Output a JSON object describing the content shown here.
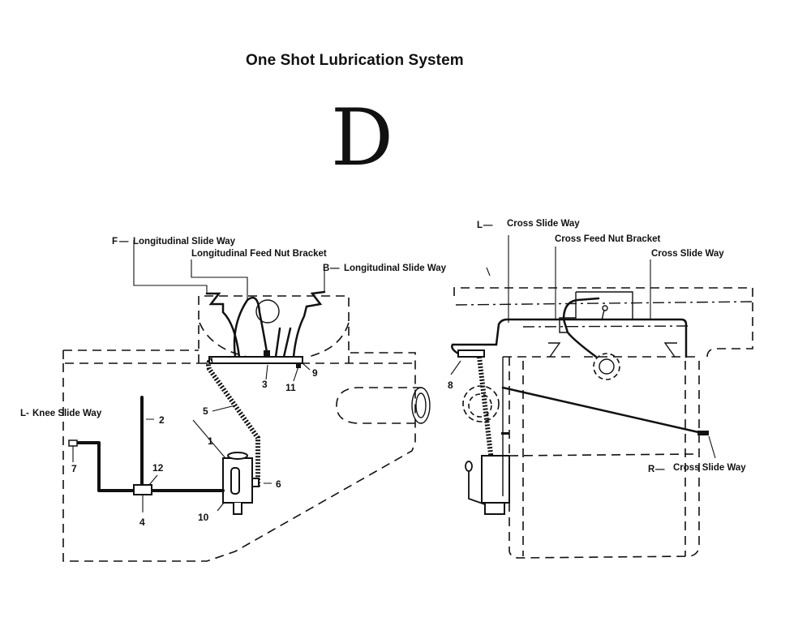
{
  "title": "One Shot Lubrication System",
  "section_letter": "D",
  "left_view": {
    "callouts": {
      "front_slide": {
        "prefix": "F",
        "label": "Longitudinal Slide Way"
      },
      "feed_nut": {
        "label": "Longitudinal Feed Nut Bracket"
      },
      "back_slide": {
        "prefix": "B",
        "label": "Longitudinal Slide Way"
      },
      "knee_slide": {
        "prefix": "L-",
        "label": "Knee Slide Way"
      }
    },
    "part_numbers": [
      "1",
      "2",
      "3",
      "4",
      "5",
      "6",
      "7",
      "9",
      "10",
      "11",
      "12"
    ]
  },
  "right_view": {
    "callouts": {
      "left_cross_slide": {
        "prefix": "L",
        "label": "Cross Slide Way"
      },
      "cross_feed_nut": {
        "label": "Cross Feed Nut Bracket"
      },
      "top_cross_slide": {
        "label": "Cross Slide Way"
      },
      "right_cross_slide": {
        "prefix": "R",
        "label": "Cross Slide Way"
      }
    },
    "part_numbers": [
      "8"
    ]
  }
}
